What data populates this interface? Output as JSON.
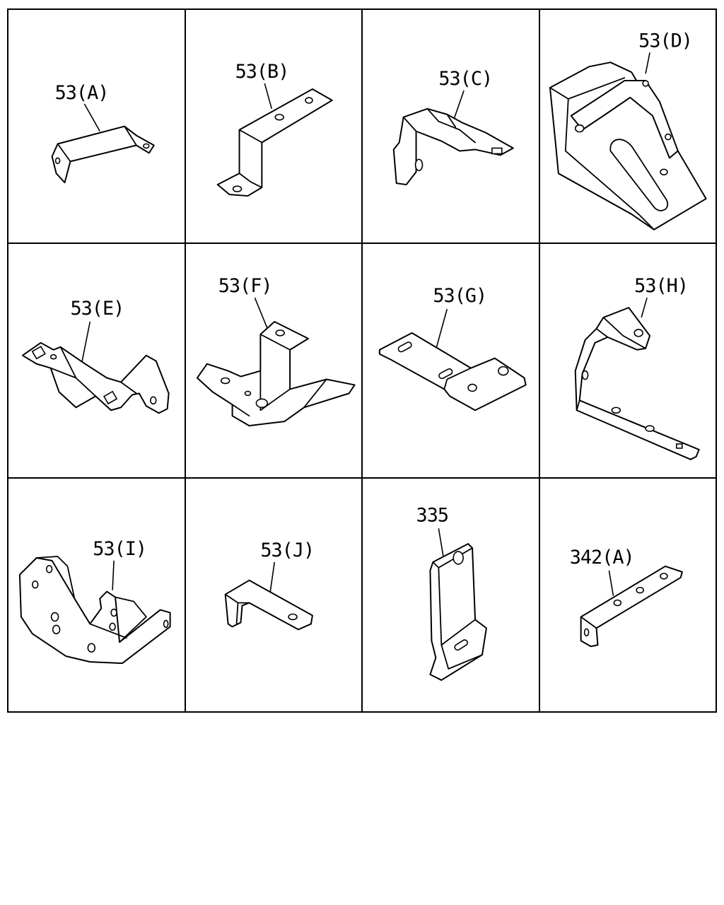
{
  "parts": [
    {
      "id": "a",
      "label": "53(A)"
    },
    {
      "id": "b",
      "label": "53(B)"
    },
    {
      "id": "c",
      "label": "53(C)"
    },
    {
      "id": "d",
      "label": "53(D)"
    },
    {
      "id": "e",
      "label": "53(E)"
    },
    {
      "id": "f",
      "label": "53(F)"
    },
    {
      "id": "g",
      "label": "53(G)"
    },
    {
      "id": "h",
      "label": "53(H)"
    },
    {
      "id": "i",
      "label": "53(I)"
    },
    {
      "id": "j",
      "label": "53(J)"
    },
    {
      "id": "k",
      "label": "335"
    },
    {
      "id": "l",
      "label": "342(A)"
    }
  ]
}
